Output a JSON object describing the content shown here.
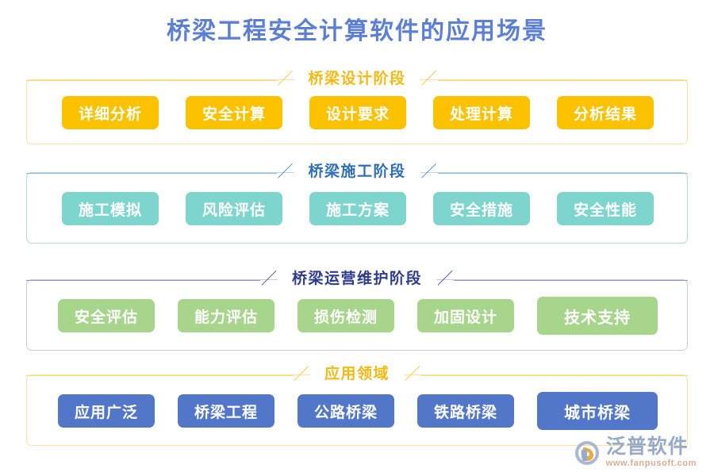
{
  "page": {
    "title": "桥梁工程安全计算软件的应用场景",
    "title_color": "#5b7fd4",
    "background": "#ffffff"
  },
  "sections": [
    {
      "id": "bridge-design-phase",
      "label": "桥梁设计阶段",
      "label_color": "#f5b914",
      "chip_color": "#FCC200",
      "frame_color": "#fbe2a0",
      "chips": [
        {
          "label": "详细分析"
        },
        {
          "label": "安全计算"
        },
        {
          "label": "设计要求"
        },
        {
          "label": "处理计算"
        },
        {
          "label": "分析结果"
        }
      ]
    },
    {
      "id": "bridge-construction-phase",
      "label": "桥梁施工阶段",
      "label_color": "#2f6fb5",
      "chip_color": "#7DD5CE",
      "frame_color": "#b9d6ea",
      "chips": [
        {
          "label": "施工模拟"
        },
        {
          "label": "风险评估"
        },
        {
          "label": "施工方案"
        },
        {
          "label": "安全措施"
        },
        {
          "label": "安全性能"
        }
      ]
    },
    {
      "id": "bridge-operation-maintenance-phase",
      "label": "桥梁运营维护阶段",
      "label_color": "#2f3b8f",
      "chip_color": "#A8D58C",
      "frame_color": "#c9cbd4",
      "chips": [
        {
          "label": "安全评估"
        },
        {
          "label": "能力评估"
        },
        {
          "label": "损伤检测"
        },
        {
          "label": "加固设计"
        },
        {
          "label": "技术支持",
          "wide": true
        }
      ]
    },
    {
      "id": "application-fields",
      "label": "应用领域",
      "label_color": "#f5b914",
      "chip_color": "#5277C8",
      "frame_color": "#fbe2a0",
      "chips": [
        {
          "label": "应用广泛"
        },
        {
          "label": "桥梁工程"
        },
        {
          "label": "公路桥梁"
        },
        {
          "label": "铁路桥梁"
        },
        {
          "label": "城市桥梁",
          "wide": true
        }
      ]
    }
  ],
  "logo": {
    "name": "泛普软件",
    "url": "www.fanpusoft.com",
    "name_color": "#8fa3c8",
    "url_color": "#d9a68a"
  },
  "slash": "／"
}
